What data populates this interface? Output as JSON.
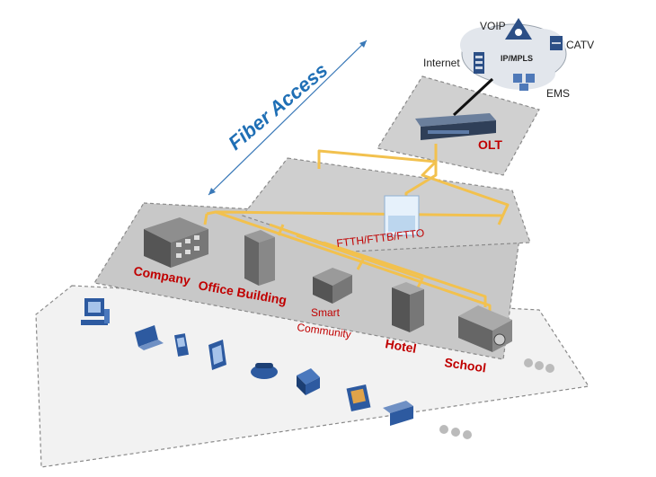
{
  "title": "Fiber Access",
  "cloud": {
    "core_label": "IP/MPLS",
    "services": [
      "VOIP",
      "CATV",
      "Internet",
      "EMS"
    ]
  },
  "olt": {
    "label": "OLT"
  },
  "splitter": {
    "label": "FTTH/FTTB/FTTO"
  },
  "buildings": [
    {
      "label": "Company"
    },
    {
      "label": "Office Building"
    },
    {
      "label": "Smart",
      "label2": "Community"
    },
    {
      "label": "Hotel"
    },
    {
      "label": "School"
    }
  ],
  "terminals": [
    "desktop-pc-icon",
    "laptop-icon",
    "pda-icon",
    "server-icon",
    "phone-icon",
    "fax-icon",
    "media-player-icon",
    "set-top-box-icon"
  ],
  "colors": {
    "fiber": "#f2c14e",
    "platform": "#cfcfcf",
    "accent": "#1f6fb5",
    "label": "#c00000"
  }
}
